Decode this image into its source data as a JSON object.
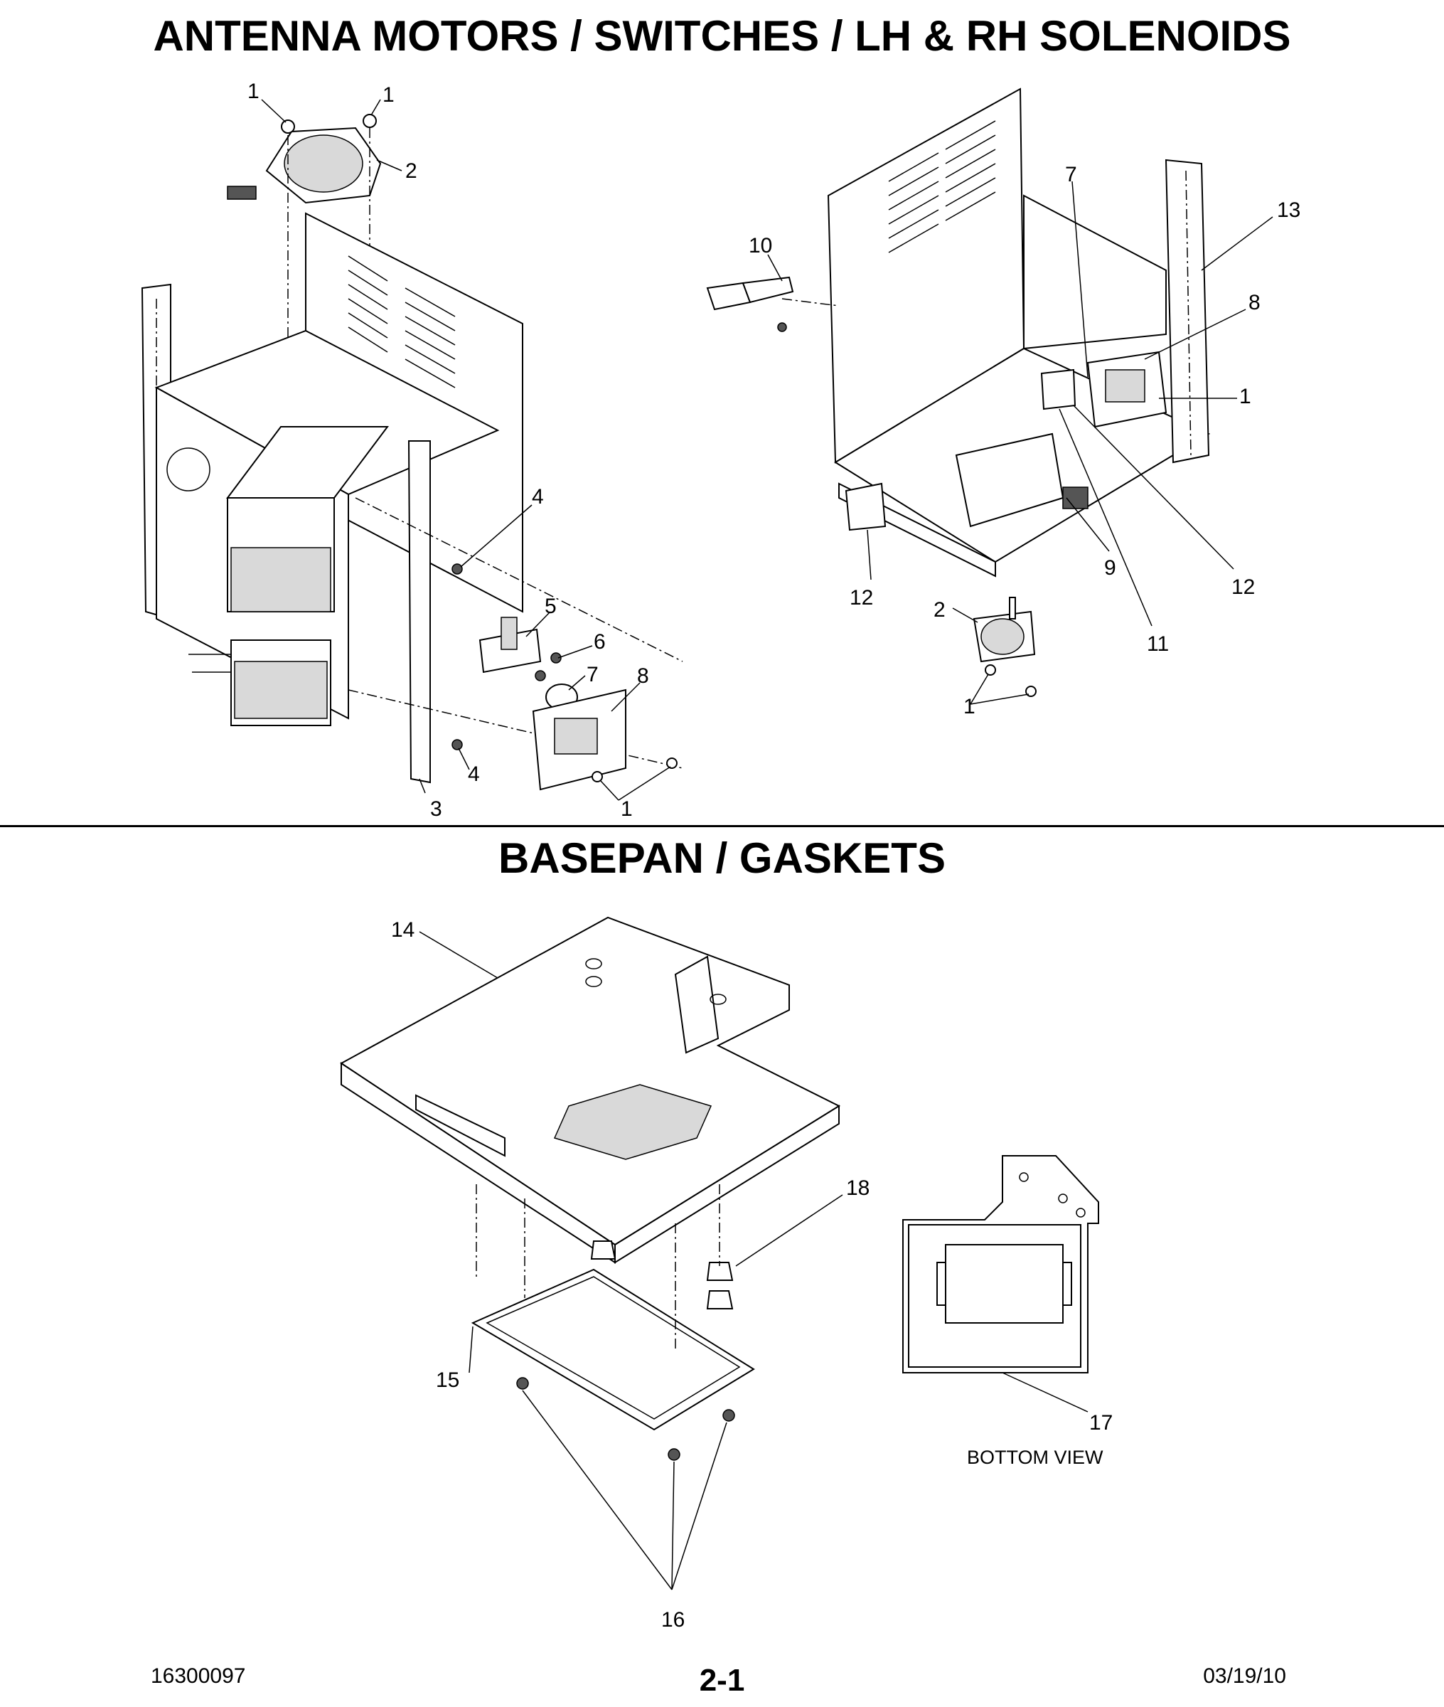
{
  "sections": {
    "top_title": "ANTENNA MOTORS / SWITCHES / LH & RH SOLENOIDS",
    "bottom_title": "BASEPAN / GASKETS"
  },
  "callouts": {
    "left": {
      "c1a": "1",
      "c1b": "1",
      "c2": "2",
      "c3": "3",
      "c4a": "4",
      "c4b": "4",
      "c5": "5",
      "c6": "6",
      "c7": "7",
      "c8": "8",
      "c1c": "1"
    },
    "right": {
      "c7": "7",
      "c13": "13",
      "c10": "10",
      "c8": "8",
      "c1": "1",
      "c12a": "12",
      "c9": "9",
      "c12b": "12",
      "c2": "2",
      "c11": "11",
      "c1b": "1"
    },
    "bottom": {
      "c14": "14",
      "c18": "18",
      "c15": "15",
      "c17": "17",
      "c16": "16"
    }
  },
  "bottom_view_label": "BOTTOM VIEW",
  "footer": {
    "doc_number": "16300097",
    "page_number": "2-1",
    "date": "03/19/10"
  }
}
